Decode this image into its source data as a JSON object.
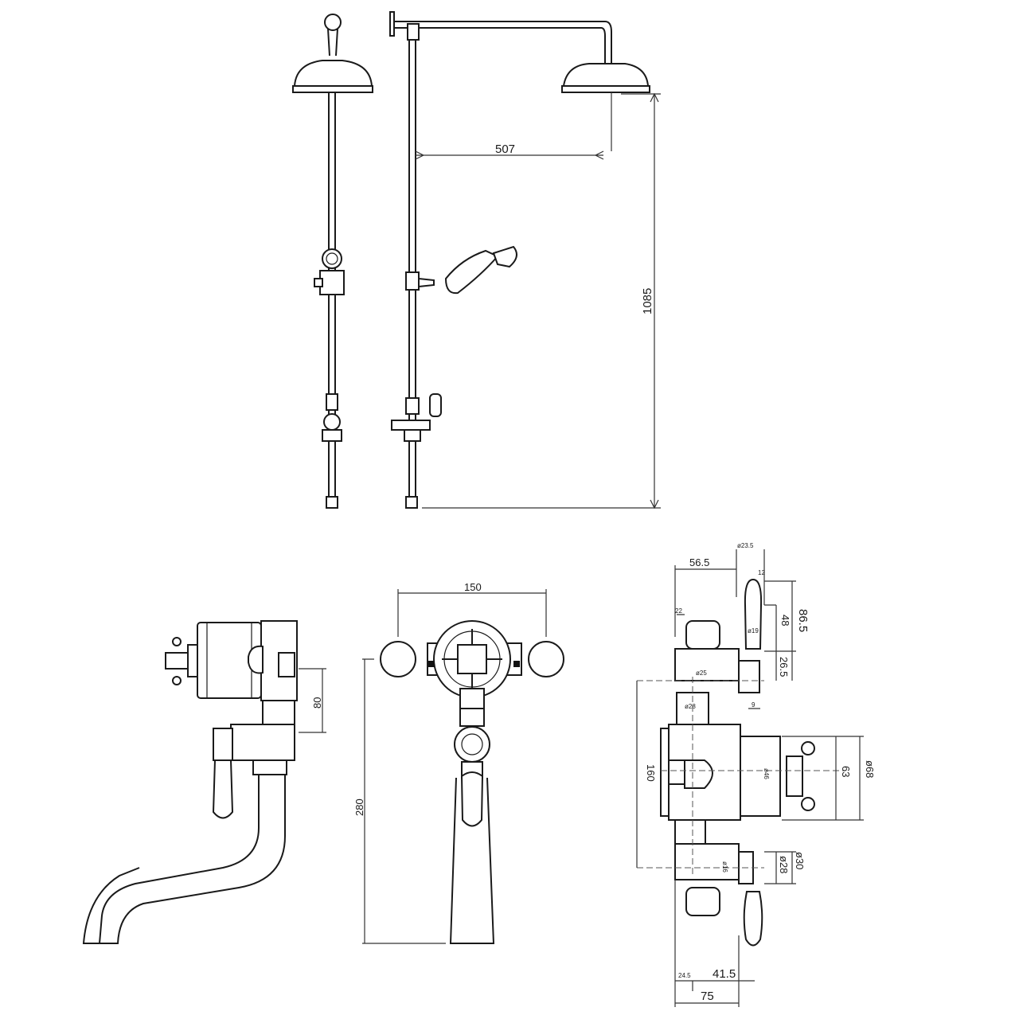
{
  "shower_kit": {
    "dims": {
      "arm_projection": "507",
      "height": "1085"
    }
  },
  "bath_filler_side": {
    "dims": {
      "height": "80"
    }
  },
  "valve_front": {
    "dims": {
      "width": "150",
      "height": "280"
    }
  },
  "valve_side": {
    "dims": {
      "d_handle": "ø23.5",
      "depth_top": "56.5",
      "angle": "12",
      "nut": "22",
      "lever": "48",
      "lever_total": "86.5",
      "d_lever": "ø19",
      "lever_base": "26.5",
      "d_outlet": "ø25",
      "d_body_top": "ø28",
      "gap": "9",
      "centres": "160",
      "d_body": "ø46",
      "cartridge": "63",
      "d_cartridge": "ø68",
      "d_lower": "ø16",
      "d_lower_inner": "ø28",
      "d_lower_outer": "ø30",
      "offset_a": "24.5",
      "offset_b": "41.5",
      "depth_total": "75"
    }
  }
}
